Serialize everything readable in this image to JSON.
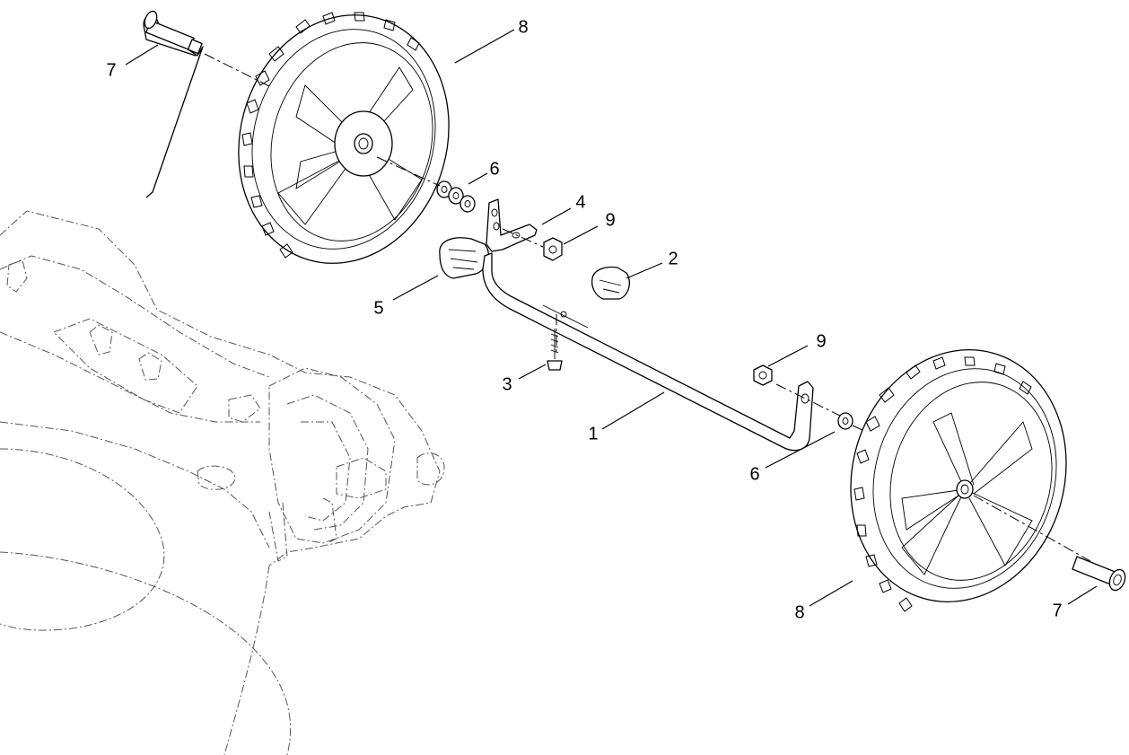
{
  "callouts": {
    "bar": "1",
    "knob": "2",
    "screw": "3",
    "bracket": "4",
    "handle_grip": "5",
    "washers_top": "6",
    "washer_bottom": "6",
    "nut_top": "9",
    "nut_bottom": "9",
    "bolt_top": "7",
    "bolt_bottom": "7",
    "wheel_top": "8",
    "wheel_bottom": "8"
  }
}
